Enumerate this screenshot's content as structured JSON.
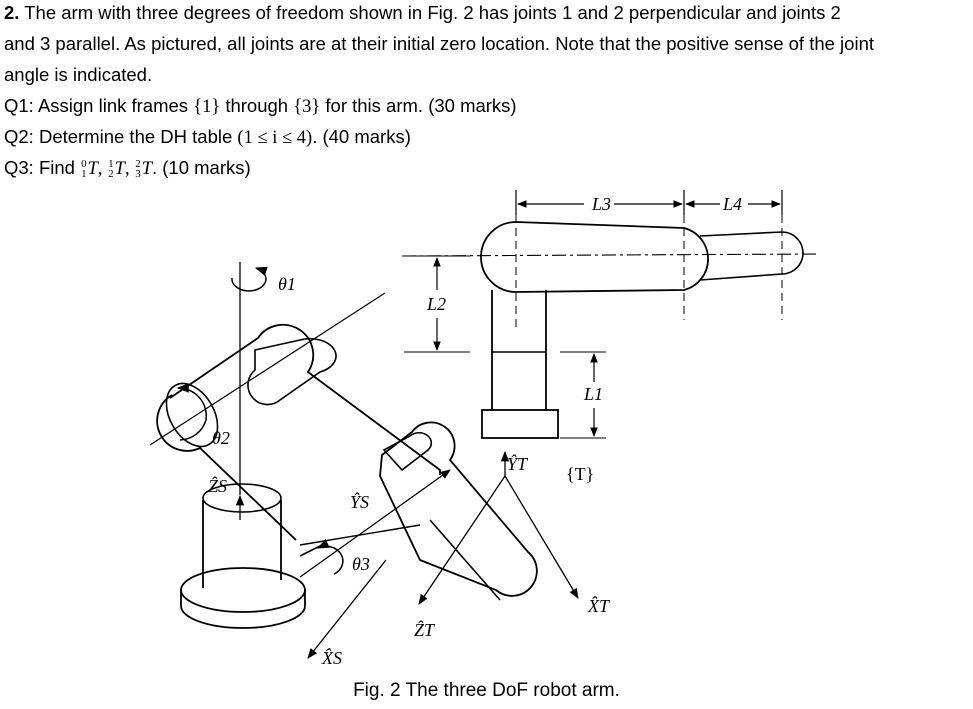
{
  "problem": {
    "number": "2.",
    "line1": "The arm with three degrees of freedom shown in Fig. 2 has joints 1 and 2 perpendicular and joints 2",
    "line2": "and 3 parallel. As pictured, all joints are at their initial zero location. Note that the positive sense of the joint",
    "line3": "angle is indicated.",
    "q1_prefix": "Q1: Assign link frames ",
    "q1_frame_a": "{1}",
    "q1_mid": " through ",
    "q1_frame_b": "{3}",
    "q1_suffix": " for this arm. (30 marks)",
    "q2_prefix": "Q2: Determine the DH table ",
    "q2_math": "(1 ≤ i ≤ 4)",
    "q2_suffix": ". (40 marks)",
    "q3_prefix": "Q3: Find ",
    "q3_t1_sup": "0",
    "q3_t1_sub": "1",
    "q3_t2_sup": "1",
    "q3_t2_sub": "2",
    "q3_t3_sup": "2",
    "q3_t3_sub": "3",
    "q3_T": "T",
    "q3_suffix": ". (10 marks)"
  },
  "figure": {
    "labels": {
      "L3": "L3",
      "L4": "L4",
      "L2": "L2",
      "L1": "L1",
      "theta1": "θ1",
      "theta2": "θ2",
      "theta3": "θ3",
      "ZS": "ẐS",
      "YS": "ŶS",
      "XS": "X̂S",
      "YT": "ŶT",
      "ZT": "ẐT",
      "XT": "X̂T",
      "T_frame": "{T}"
    },
    "caption": "Fig. 2 The three DoF robot arm."
  }
}
